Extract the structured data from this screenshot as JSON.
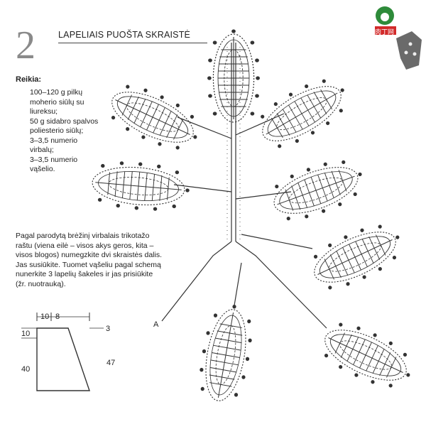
{
  "header": {
    "number": "2",
    "title": "LAPELIAIS PUOŠTA SKRAISTĖ"
  },
  "requirements": {
    "label": "Reikia:",
    "items": [
      "100–120 g pilkų\nmoherio siūlų su\nliureksu;",
      "50 g sidabro spalvos\npoliesterio siūlų;",
      "3–3,5 numerio\nvirbalų;",
      "3–3,5 numerio\nvąšelio."
    ]
  },
  "instructions": "Pagal parodytą brėžinį virbalais trikotažo\nraštu (viena eilė – visos akys geros, kita –\nvisos blogos) numegzkite dvi skraistės dalis.\nJas susiūkite. Tuomet vąšeliu pagal schemą\nnunerkite 3 lapelių šakeles ir jas prisiūkite\n(žr. nuotrauką).",
  "pattern": {
    "dims": {
      "top_left": "10",
      "top_right": "8",
      "right_top": "3",
      "left_top": "10",
      "left_main": "40",
      "right_main": "47"
    },
    "chart_start_label": "A"
  },
  "logo": {
    "text": "肉丁网"
  },
  "colors": {
    "ink": "#222222",
    "number_gray": "#8a8a8a",
    "logo_green": "#2e8b3a",
    "logo_red": "#d22a2a",
    "shawl_gray": "#6a6a6a"
  }
}
